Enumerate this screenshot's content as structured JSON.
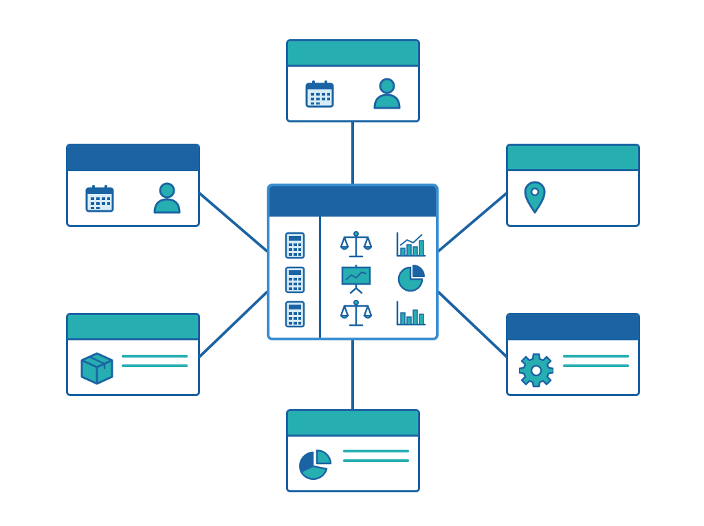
{
  "colors": {
    "primary_blue": "#1b63a3",
    "accent_teal": "#27aeb1",
    "hub_border": "#3a8ed0",
    "background": "#ffffff"
  },
  "nodes": [
    {
      "id": "top",
      "header": "teal",
      "icons": [
        "calendar-icon",
        "user-icon"
      ]
    },
    {
      "id": "upper-left",
      "header": "blue",
      "icons": [
        "calendar-icon",
        "user-icon"
      ]
    },
    {
      "id": "upper-right",
      "header": "teal",
      "icons": [
        "location-pin-icon"
      ]
    },
    {
      "id": "lower-left",
      "header": "teal",
      "icons": [
        "package-box-icon"
      ],
      "text_lines": 2
    },
    {
      "id": "lower-right",
      "header": "blue",
      "icons": [
        "gear-icon"
      ],
      "text_lines": 2
    },
    {
      "id": "bottom",
      "header": "teal",
      "icons": [
        "pie-chart-icon"
      ],
      "text_lines": 2
    }
  ],
  "hub": {
    "sidebar_icons": [
      "calculator-icon",
      "calculator-icon",
      "calculator-icon"
    ],
    "grid_icons": [
      "scales-icon",
      "bar-chart-icon",
      "presentation-board-icon",
      "pie-chart-icon",
      "scales-icon",
      "bar-chart-icon"
    ]
  }
}
